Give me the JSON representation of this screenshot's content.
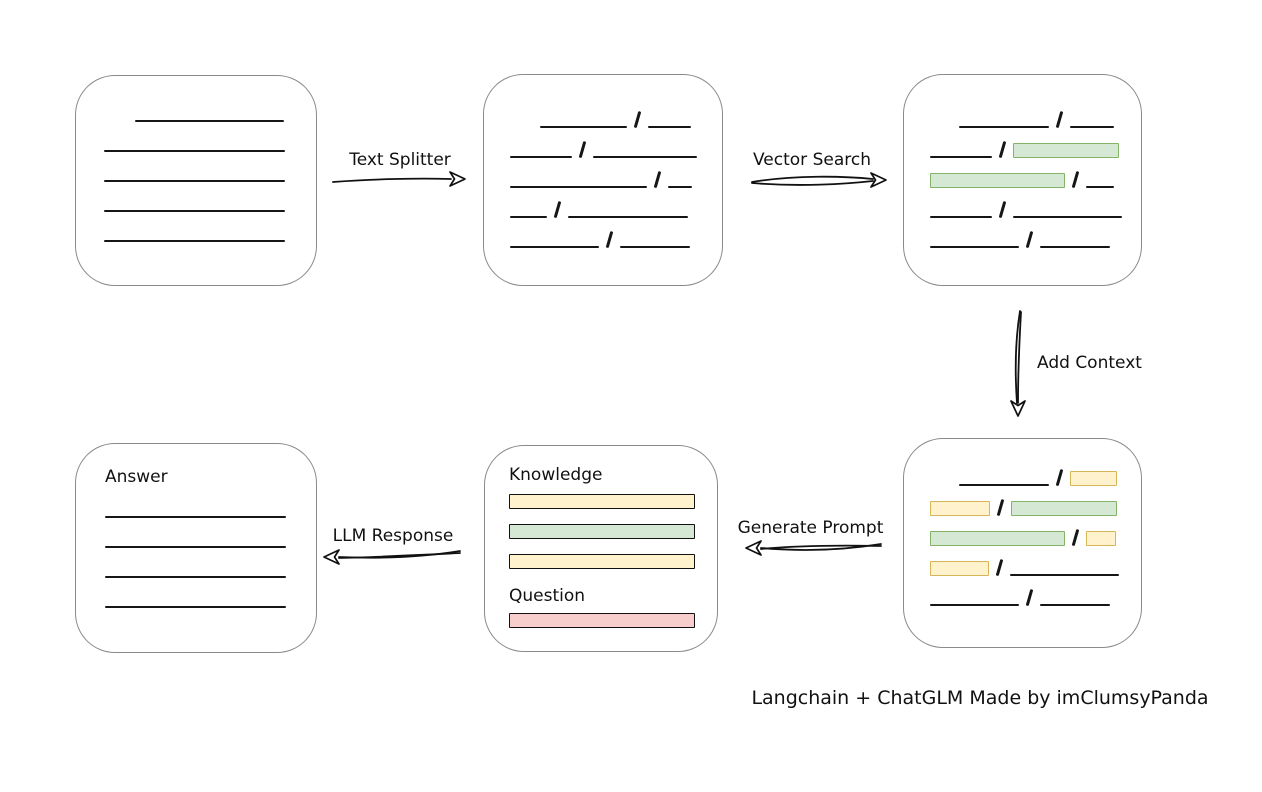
{
  "caption": "Langchain + ChatGLM Made by imClumsyPanda",
  "colors": {
    "box_border": "#8a8a8a",
    "line": "#161616",
    "green_fill": "#d5e8d4",
    "green_border": "#82b366",
    "yellow_fill": "#fff2cc",
    "yellow_border": "#d6b656",
    "red_fill": "#f8cecc",
    "red_border": "#b85450"
  },
  "arrow_labels": {
    "text_splitter": "Text Splitter",
    "vector_search": "Vector Search",
    "add_context": "Add Context",
    "generate_prompt": "Generate Prompt",
    "llm_response": "LLM Response"
  },
  "nodes": {
    "source_document": {
      "rows": [
        [
          {
            "t": "line",
            "w": 149,
            "ind": 31
          }
        ],
        [
          {
            "t": "line",
            "w": 181
          }
        ],
        [
          {
            "t": "line",
            "w": 181
          }
        ],
        [
          {
            "t": "line",
            "w": 181
          }
        ],
        [
          {
            "t": "line",
            "w": 181
          }
        ]
      ]
    },
    "split_text": {
      "rows": [
        [
          {
            "t": "line",
            "w": 87,
            "ind": 30
          },
          {
            "t": "slash"
          },
          {
            "t": "line",
            "w": 43
          }
        ],
        [
          {
            "t": "line",
            "w": 62
          },
          {
            "t": "slash"
          },
          {
            "t": "line",
            "w": 104
          }
        ],
        [
          {
            "t": "line",
            "w": 137
          },
          {
            "t": "slash"
          },
          {
            "t": "line",
            "w": 24
          }
        ],
        [
          {
            "t": "line",
            "w": 37
          },
          {
            "t": "slash"
          },
          {
            "t": "line",
            "w": 120
          }
        ],
        [
          {
            "t": "line",
            "w": 89
          },
          {
            "t": "slash"
          },
          {
            "t": "line",
            "w": 70
          }
        ]
      ]
    },
    "vector_matches": {
      "rows": [
        [
          {
            "t": "line",
            "w": 90,
            "ind": 29
          },
          {
            "t": "slash"
          },
          {
            "t": "line",
            "w": 44
          }
        ],
        [
          {
            "t": "line",
            "w": 62
          },
          {
            "t": "slash"
          },
          {
            "t": "chip",
            "c": "green",
            "w": 104
          }
        ],
        [
          {
            "t": "chip",
            "c": "green",
            "w": 133
          },
          {
            "t": "slash"
          },
          {
            "t": "line",
            "w": 28
          }
        ],
        [
          {
            "t": "line",
            "w": 62
          },
          {
            "t": "slash"
          },
          {
            "t": "line",
            "w": 109
          }
        ],
        [
          {
            "t": "line",
            "w": 89
          },
          {
            "t": "slash"
          },
          {
            "t": "line",
            "w": 70
          }
        ]
      ]
    },
    "context_added": {
      "rows": [
        [
          {
            "t": "line",
            "w": 90,
            "ind": 29
          },
          {
            "t": "slash"
          },
          {
            "t": "chip",
            "c": "yellow",
            "w": 45
          }
        ],
        [
          {
            "t": "chip",
            "c": "yellow",
            "w": 58
          },
          {
            "t": "slash"
          },
          {
            "t": "chip",
            "c": "green",
            "w": 104
          }
        ],
        [
          {
            "t": "chip",
            "c": "green",
            "w": 133
          },
          {
            "t": "slash"
          },
          {
            "t": "chip",
            "c": "yellow",
            "w": 28
          }
        ],
        [
          {
            "t": "chip",
            "c": "yellow",
            "w": 57
          },
          {
            "t": "slash"
          },
          {
            "t": "line",
            "w": 109
          }
        ],
        [
          {
            "t": "line",
            "w": 89
          },
          {
            "t": "slash"
          },
          {
            "t": "line",
            "w": 70
          }
        ]
      ]
    },
    "prompt": {
      "knowledge_label": "Knowledge",
      "question_label": "Question",
      "knowledge_chips": [
        "yellow",
        "green",
        "yellow"
      ],
      "question_chips": [
        "red"
      ]
    },
    "answer": {
      "label": "Answer",
      "rows": [
        [
          {
            "t": "line",
            "w": 181
          }
        ],
        [
          {
            "t": "line",
            "w": 181
          }
        ],
        [
          {
            "t": "line",
            "w": 181
          }
        ],
        [
          {
            "t": "line",
            "w": 181
          }
        ]
      ]
    }
  }
}
